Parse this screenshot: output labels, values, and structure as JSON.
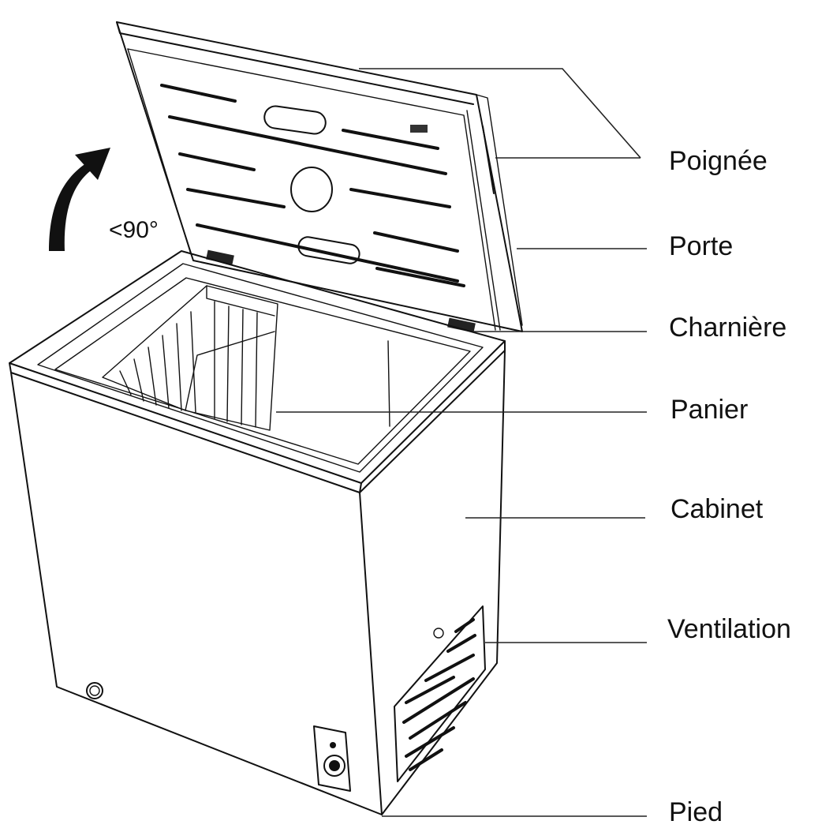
{
  "angle_label": "<90°",
  "labels": {
    "poignee": "Poignée",
    "porte": "Porte",
    "charniere": "Charnière",
    "panier": "Panier",
    "cabinet": "Cabinet",
    "ventilation": "Ventilation",
    "pied": "Pied"
  },
  "icons": {
    "arrow": "curved-open-arrow-icon"
  },
  "colors": {
    "line": "#111111",
    "background": "#ffffff"
  }
}
